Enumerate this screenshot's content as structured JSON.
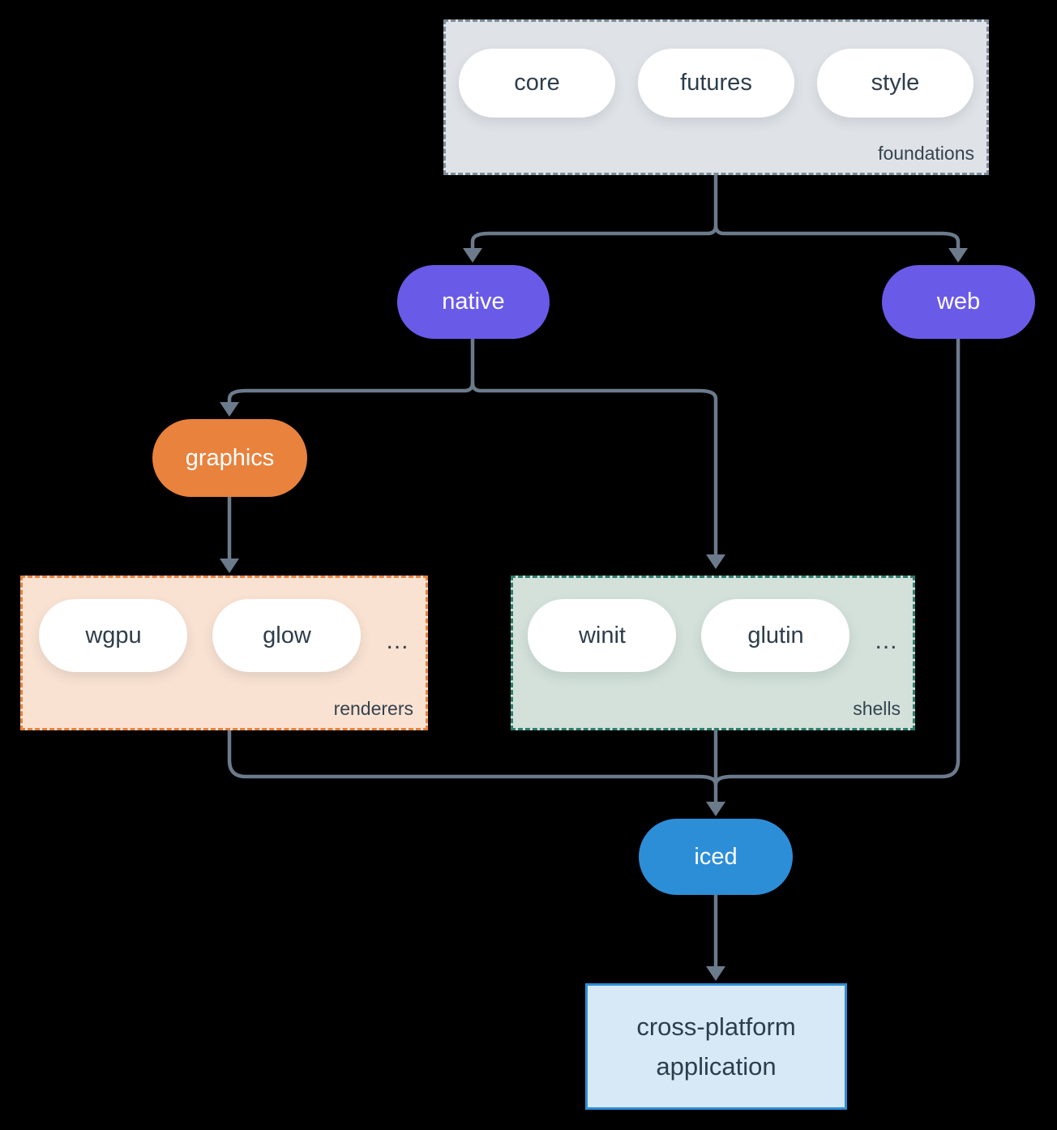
{
  "background_color": "#000000",
  "connector_color": "#6b7b8c",
  "groups": {
    "foundations": {
      "label": "foundations",
      "pills": [
        "core",
        "futures",
        "style"
      ],
      "fill": "#dfe3e7",
      "border_color": "#7e8c9a"
    },
    "renderers": {
      "label": "renderers",
      "pills": [
        "wgpu",
        "glow"
      ],
      "ellipsis": "...",
      "fill": "#f9e2d2",
      "border_color": "#e8823d"
    },
    "shells": {
      "label": "shells",
      "pills": [
        "winit",
        "glutin"
      ],
      "ellipsis": "...",
      "fill": "#d3e1da",
      "border_color": "#2e7d6d"
    }
  },
  "nodes": {
    "native": {
      "label": "native",
      "fill": "#6a5ae8",
      "text_color": "#ffffff"
    },
    "web": {
      "label": "web",
      "fill": "#6a5ae8",
      "text_color": "#ffffff"
    },
    "graphics": {
      "label": "graphics",
      "fill": "#e8823d",
      "text_color": "#ffffff"
    },
    "iced": {
      "label": "iced",
      "fill": "#2d8ed8",
      "text_color": "#ffffff"
    },
    "application": {
      "label": "cross-platform application",
      "fill": "#d7e8f7",
      "border_color": "#2d8ed8",
      "text_color": "#2e3d4b"
    }
  },
  "pill_text_color": "#2e3d4b",
  "group_label_color": "#35434f"
}
